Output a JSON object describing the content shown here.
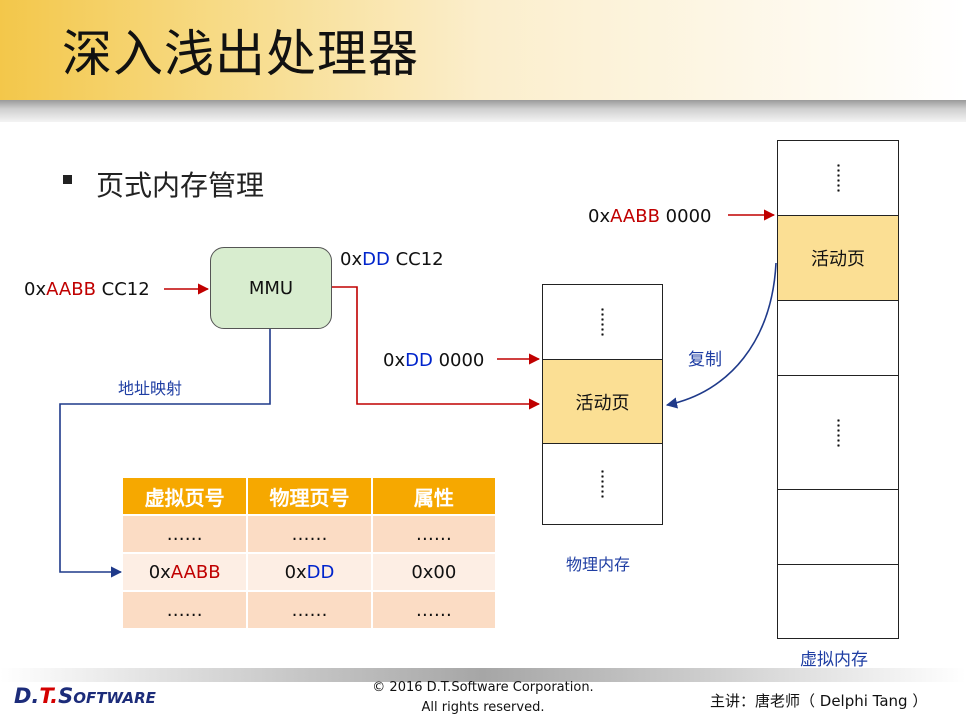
{
  "title": "深入浅出处理器",
  "subtitle": "页式内存管理",
  "mmu_label": "MMU",
  "input_addr": {
    "prefix": "0x",
    "page": "AABB",
    "offset": " CC12"
  },
  "output_addr": {
    "prefix": "0x",
    "page": "DD",
    "offset": " CC12"
  },
  "phys_base_addr": {
    "prefix": "0x",
    "page": "DD",
    "offset": " 0000"
  },
  "virt_base_addr": {
    "prefix": "0x",
    "page": "AABB",
    "offset": " 0000"
  },
  "mapping_label": "地址映射",
  "copy_label": "复制",
  "physical_memory": {
    "label": "物理内存",
    "dots": "⋮",
    "active_label": "活动页"
  },
  "virtual_memory": {
    "label": "虚拟内存",
    "dots": "⋮",
    "active_label": "活动页"
  },
  "page_table": {
    "headers": [
      "虚拟页号",
      "物理页号",
      "属性"
    ],
    "rows": [
      {
        "virtual": "……",
        "physical": "……",
        "attr": "……"
      },
      {
        "virtual_prefix": "0x",
        "virtual_value": "AABB",
        "physical_prefix": "0x",
        "physical_value": "DD",
        "attr": "0x00"
      },
      {
        "virtual": "……",
        "physical": "……",
        "attr": "……"
      }
    ]
  },
  "footer": {
    "copyright_line1": "© 2016 D.T.Software Corporation.",
    "copyright_line2": "All rights reserved.",
    "logo": {
      "d": "D.",
      "t": "T.",
      "s": "S",
      "rest": "OFTWARE"
    },
    "lecturer": "主讲：唐老师（ Delphi Tang ）"
  },
  "colors": {
    "accent": "#f3c74a",
    "arrow_red": "#c00000",
    "arrow_blue": "#1f3a8a",
    "active_page": "#fbdf94",
    "table_header": "#f6a800"
  }
}
